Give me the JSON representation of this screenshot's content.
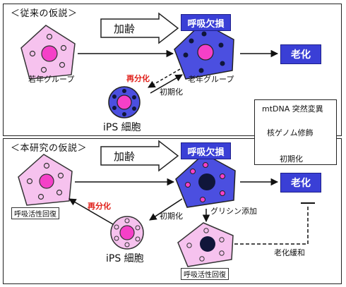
{
  "top": {
    "title": "＜従来の仮説＞",
    "aging_arrow_label": "加齢",
    "deficit_box": "呼吸欠損",
    "aging_box": "老化",
    "young_label": "若年グループ",
    "old_label": "老年グループ",
    "redifferentiation": "再分化",
    "reprogramming": "初期化",
    "ips_label": "iPS 細胞"
  },
  "legend": {
    "mtdna_label": "mtDNA 突然変異",
    "nuclear_label": "核ゲノム修飾",
    "reprogramming": "初期化"
  },
  "bottom": {
    "title": "＜本研究の仮説＞",
    "aging_arrow_label": "加齢",
    "deficit_box": "呼吸欠損",
    "aging_box": "老化",
    "recovery_left": "呼吸活性回復",
    "redifferentiation": "再分化",
    "reprogramming": "初期化",
    "glycine_label": "グリシン添加",
    "ips_label": "iPS 細胞",
    "recovery_bottom": "呼吸活性回復",
    "mitigation_label": "老化緩和"
  },
  "colors": {
    "young_cell": "#f6c2ee",
    "old_cell": "#4b4fe0",
    "nucleus_pink": "#f540c8",
    "nucleus_dark": "#10163a",
    "organelle": "#3a2a8a",
    "box_blue": "#3a3fd6",
    "red_text": "#e0201a"
  }
}
